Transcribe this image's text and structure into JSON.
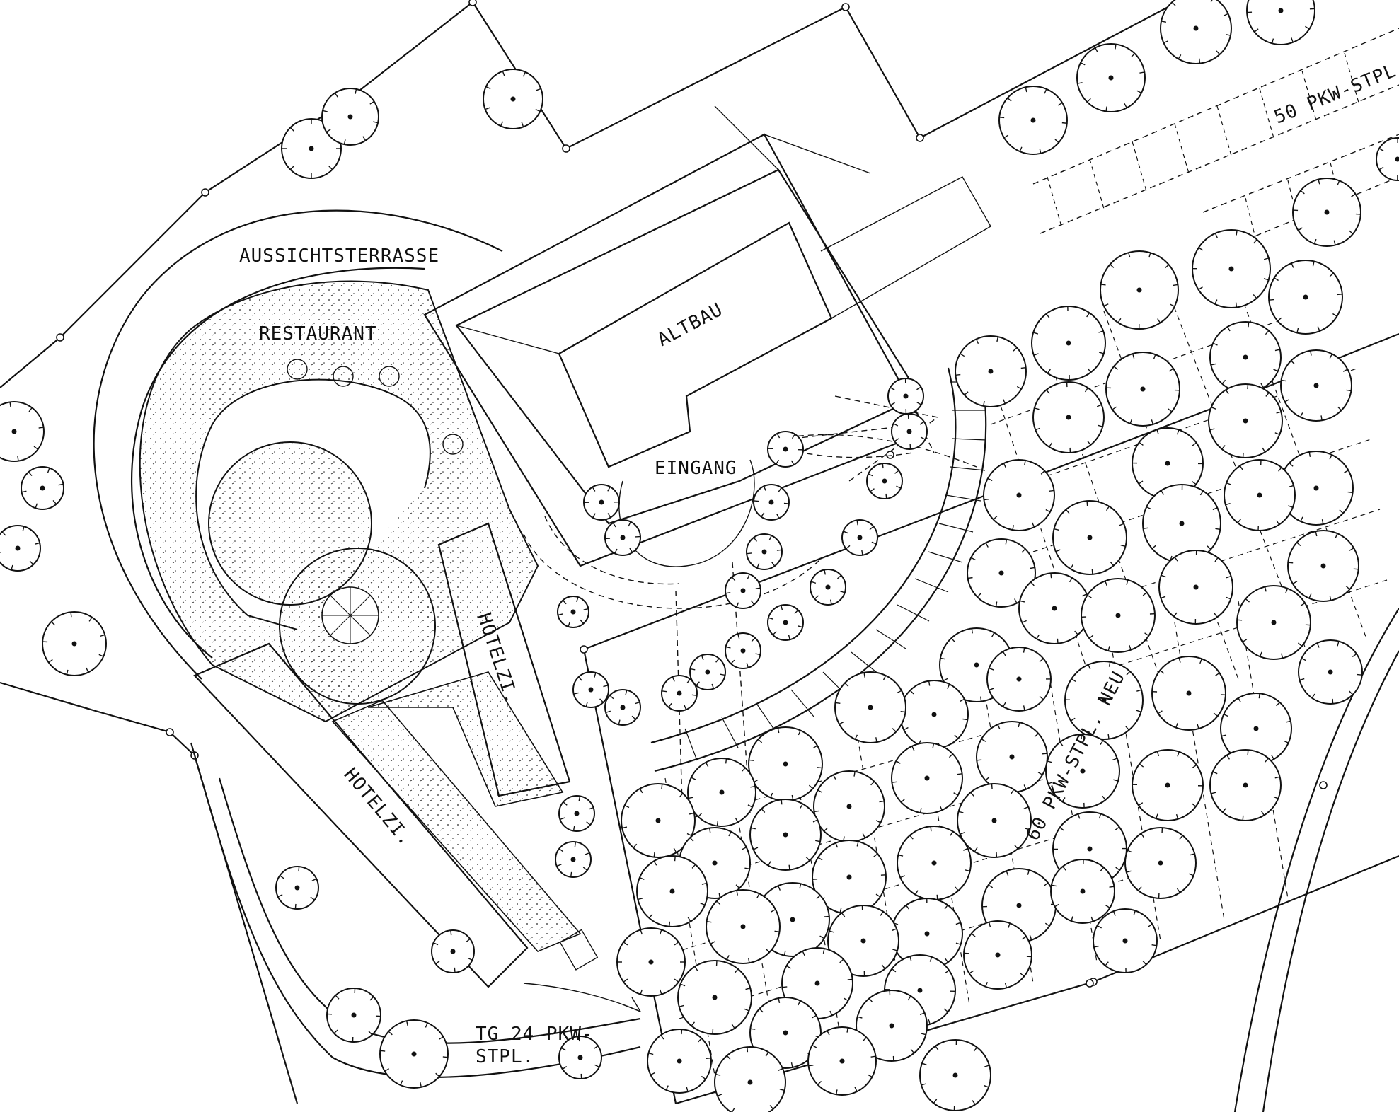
{
  "labels": {
    "terrace": "AUSSICHTSTERRASSE",
    "restaurant": "RESTAURANT",
    "altbau": "ALTBAU",
    "eingang": "EINGANG",
    "hotel_upper": "HOTELZI.",
    "hotel_lower": "HOTELZI.",
    "parking_top": "50 PKW-STPL.",
    "parking_new": "60 PKW-STPL. NEU",
    "garage_line1": "TG 24 PKW-",
    "garage_line2": "STPL."
  },
  "colors": {
    "ink": "#111111",
    "paper": "#ffffff"
  }
}
